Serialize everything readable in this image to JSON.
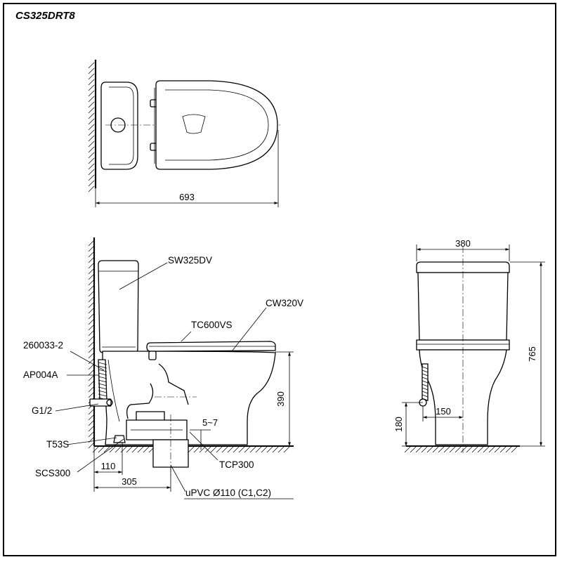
{
  "title": "CS325DRT8",
  "plan_view": {
    "dimensions": {
      "overall_length": "693"
    }
  },
  "side_view": {
    "parts": {
      "tank": "SW325DV",
      "bowl": "CW320V",
      "seat": "TC600VS",
      "tank_connector": "260033-2",
      "supply_hose": "AP004A",
      "supply_thread": "G1/2",
      "stop_valve": "T53S",
      "outlet_sleeve": "SCS300",
      "flange": "TCP300",
      "drain_pipe": "uPVC Ø110 (C1,C2)"
    },
    "dimensions": {
      "rim_height": "390",
      "floor_gap": "5~7",
      "valve_offset": "110",
      "rough_in": "305"
    }
  },
  "front_view": {
    "dimensions": {
      "width": "380",
      "total_height": "765",
      "supply_height": "180",
      "supply_offset": "150"
    }
  }
}
